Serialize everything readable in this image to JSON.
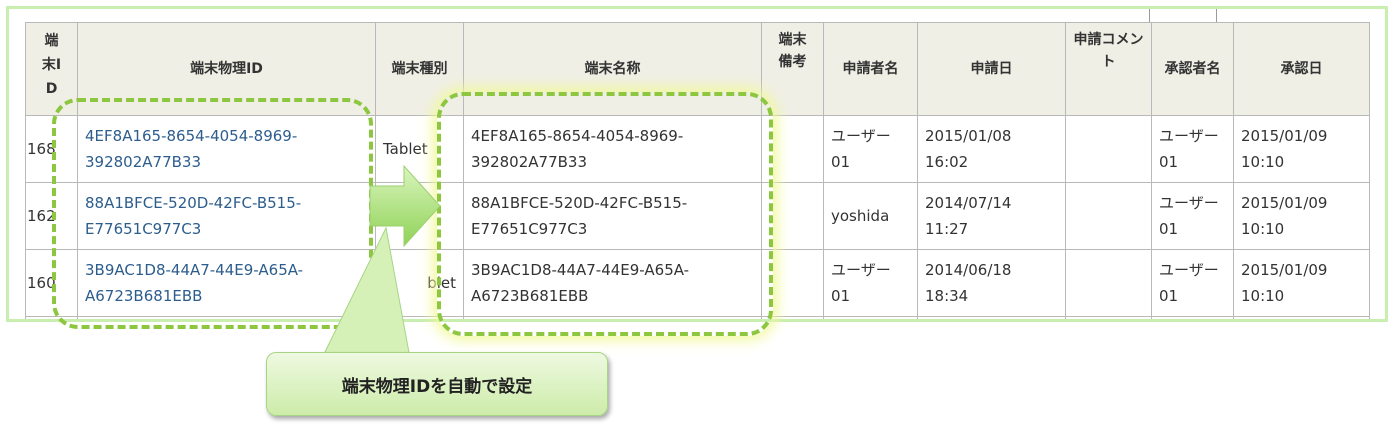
{
  "table": {
    "headers": [
      {
        "key": "id",
        "label": "端末ID"
      },
      {
        "key": "physical_id",
        "label": "端末物理ID"
      },
      {
        "key": "type",
        "label": "端末種別"
      },
      {
        "key": "name",
        "label": "端末名称"
      },
      {
        "key": "note",
        "label": "端末備考"
      },
      {
        "key": "applicant",
        "label": "申請者名"
      },
      {
        "key": "apply_date",
        "label": "申請日"
      },
      {
        "key": "apply_comment",
        "label": "申請コメント"
      },
      {
        "key": "approver",
        "label": "承認者名"
      },
      {
        "key": "approve_date",
        "label": "承認日"
      }
    ],
    "rows": [
      {
        "id": "168",
        "physical_id": [
          "4EF8A165-8654-4054-8969-",
          "392802A77B33"
        ],
        "type": "Tablet",
        "name": [
          "4EF8A165-8654-4054-8969-",
          "392802A77B33"
        ],
        "note": "",
        "applicant": [
          "ユーザー",
          "01"
        ],
        "apply_date": [
          "2015/01/08",
          "16:02"
        ],
        "apply_comment": "",
        "approver": [
          "ユーザー",
          "01"
        ],
        "approve_date": [
          "2015/01/09",
          "10:10"
        ]
      },
      {
        "id": "162",
        "physical_id": [
          "88A1BFCE-520D-42FC-B515-",
          "E77651C977C3"
        ],
        "type": "",
        "name": [
          "88A1BFCE-520D-42FC-B515-",
          "E77651C977C3"
        ],
        "note": "",
        "applicant": [
          "yoshida"
        ],
        "apply_date": [
          "2014/07/14",
          "11:27"
        ],
        "apply_comment": "",
        "approver": [
          "ユーザー",
          "01"
        ],
        "approve_date": [
          "2015/01/09",
          "10:10"
        ]
      },
      {
        "id": "160",
        "physical_id": [
          "3B9AC1D8-44A7-44E9-A65A-",
          "A6723B681EBB"
        ],
        "type": "blet",
        "name": [
          "3B9AC1D8-44A7-44E9-A65A-",
          "A6723B681EBB"
        ],
        "note": "",
        "applicant": [
          "ユーザー",
          "01"
        ],
        "apply_date": [
          "2014/06/18",
          "18:34"
        ],
        "apply_comment": "",
        "approver": [
          "ユーザー",
          "01"
        ],
        "approve_date": [
          "2015/01/09",
          "10:10"
        ]
      }
    ]
  },
  "callout": {
    "text": "端末物理IDを自動で設定"
  },
  "colors": {
    "link": "#2c5d8d",
    "highlight_dash": "#8dc63f",
    "panel_border": "#c8eeb0",
    "header_bg": "#efefe6",
    "arrow": "#a8e070"
  }
}
